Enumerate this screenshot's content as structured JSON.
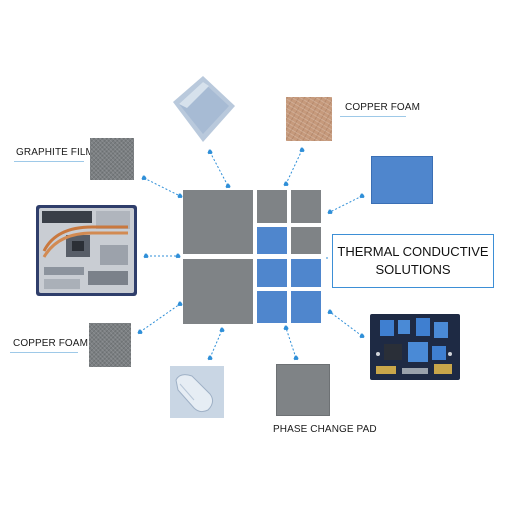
{
  "title": {
    "line1": "THERMAL CONDUCTIVE",
    "line2": "SOLUTIONS"
  },
  "labels": {
    "copper_foam_top": "COPPER FOAM",
    "graphite_film": "GRAPHITE FILM",
    "copper_foam_left": "COPPER FOAM",
    "phase_change_pad": "PHASE CHANGE PAD"
  },
  "colors": {
    "connector": "#2f8fd8",
    "pad_gray": "#7f8386",
    "pad_blue": "#4f86cd",
    "copper": "#c69a7c"
  }
}
